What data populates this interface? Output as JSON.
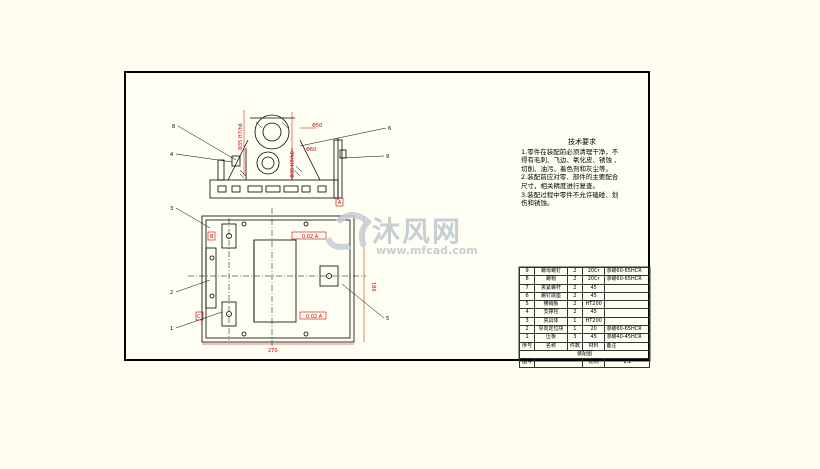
{
  "notes": {
    "title": "技术要求",
    "lines": [
      "1.零件在装配前必须清理干净，不",
      "得有毛刺、飞边、氧化皮、锈蚀 、",
      "切削、油污、着色剂和灰尘等。",
      "2.装配前应对零、部件的主要配合",
      "尺寸，相关精度进行复查。",
      "3.装配过程中零件不允许磕碰、划",
      "伤和锈蚀。"
    ]
  },
  "bom": {
    "rows": [
      {
        "no": "9",
        "name": "螺母螺钉",
        "qty": "2",
        "mat": "20Cr",
        "rem": "渗碳60-65HCR"
      },
      {
        "no": "8",
        "name": "螺帽",
        "qty": "2",
        "mat": "20Cr",
        "rem": "渗碳60-65HCR"
      },
      {
        "no": "7",
        "name": "夹紧螺杆",
        "qty": "2",
        "mat": "45",
        "rem": ""
      },
      {
        "no": "6",
        "name": "螺钉底座",
        "qty": "2",
        "mat": "45",
        "rem": ""
      },
      {
        "no": "5",
        "name": "横销板",
        "qty": "2",
        "mat": "HT200",
        "rem": ""
      },
      {
        "no": "4",
        "name": "支撑柱",
        "qty": "2",
        "mat": "45",
        "rem": ""
      },
      {
        "no": "3",
        "name": "夹具体",
        "qty": "1",
        "mat": "HT200",
        "rem": ""
      },
      {
        "no": "2",
        "name": "导向定位块",
        "qty": "1",
        "mat": "20",
        "rem": "渗碳60-65HCR"
      },
      {
        "no": "1",
        "name": "压板",
        "qty": "3",
        "mat": "45",
        "rem": "渗碳40-45HCR"
      }
    ],
    "header": {
      "no": "序号",
      "name": "名称",
      "qty": "件数",
      "mat": "材料",
      "rem": "备注"
    },
    "title": "装配图",
    "drawing_no_label": "图号",
    "scale_label": "比例",
    "scale_value": "1:1"
  },
  "labels": {
    "left_callouts": [
      "8",
      "4",
      "3",
      "2",
      "1"
    ],
    "right_callouts": [
      "6",
      "9",
      "5"
    ],
    "tol_1": "0.02 A",
    "tol_2": "0.02 A",
    "box_a": "A",
    "box_b": "B",
    "box_c": "C",
    "dim_width": "270",
    "dim_height": "180",
    "dim_top": "Φ50",
    "dim_top2": "Φ60",
    "dim_vertical": "Φ35 H7/h6",
    "dim_vertical2": "Φ35 H7/h6"
  },
  "watermark": {
    "brand": "沐风网",
    "url": "www.mfcad.com"
  }
}
